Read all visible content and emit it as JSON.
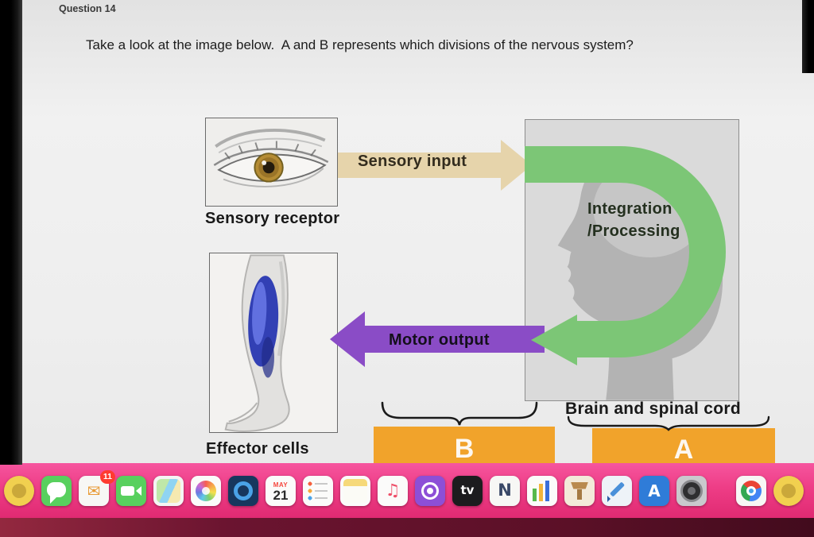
{
  "page": {
    "header": "Question 14",
    "question": "Take a look at the image below.  A and B represents which divisions of the nervous system?"
  },
  "diagram": {
    "sensory_receptor": "Sensory receptor",
    "sensory_input": "Sensory input",
    "integration": "Integration\n/Processing",
    "motor_output": "Motor output",
    "effector_cells": "Effector cells",
    "brain_spinal": "Brain and spinal cord",
    "box_b": "B",
    "box_a": "A",
    "colors": {
      "sensory_arrow": "#e6d4ab",
      "integration_arrow": "#7cc676",
      "motor_arrow": "#8a4cc6",
      "answer_box": "#f1a32b",
      "dock_bar": "#ee3d86"
    }
  },
  "dock": {
    "items": [
      {
        "name": "app-left-partial",
        "bg": "#f1d04f",
        "shape": "sun",
        "round": true
      },
      {
        "name": "messages",
        "bg": "#58d05e",
        "shape": "bubble"
      },
      {
        "name": "mail",
        "bg": "#f7f7f5",
        "shape": "glyph",
        "glyph": "✉",
        "glyph_color": "#e89a35",
        "glyph_size": 20,
        "badge": "11"
      },
      {
        "name": "facetime",
        "bg": "#58d05e",
        "shape": "camera"
      },
      {
        "name": "maps",
        "bg": "#f5f5f3",
        "shape": "map"
      },
      {
        "name": "photos",
        "bg": "#fbfbfa",
        "shape": "flower"
      },
      {
        "name": "app-blue-circle",
        "bg": "#17375e",
        "shape": "ring-blue"
      },
      {
        "name": "calendar",
        "bg": "#fbfbfa",
        "shape": "calendar",
        "cal_month": "MAY",
        "cal_day": "21"
      },
      {
        "name": "reminders",
        "bg": "#fbfbfa",
        "shape": "list"
      },
      {
        "name": "notes",
        "bg": "#fbfbfa",
        "shape": "note"
      },
      {
        "name": "music",
        "bg": "#fbfbfa",
        "shape": "glyph",
        "glyph": "♫",
        "glyph_color": "#ee4e68",
        "glyph_size": 21
      },
      {
        "name": "podcasts",
        "bg": "#8d4fd7",
        "shape": "podcast"
      },
      {
        "name": "apple-tv",
        "bg": "#1c1c1e",
        "shape": "glyph",
        "glyph": "tv",
        "glyph_color": "#ffffff",
        "glyph_size": 15
      },
      {
        "name": "news",
        "bg": "#f7f7f5",
        "shape": "glyph",
        "glyph": "N",
        "glyph_color": "#394867",
        "glyph_size": 21
      },
      {
        "name": "stocks-chart",
        "bg": "#fbfbfa",
        "shape": "bars"
      },
      {
        "name": "keynote",
        "bg": "#f3ead9",
        "shape": "podium"
      },
      {
        "name": "pages",
        "bg": "#eef3f8",
        "shape": "pen"
      },
      {
        "name": "app-store",
        "bg": "#2f7cd8",
        "shape": "glyph",
        "glyph": "A",
        "glyph_color": "#ffffff",
        "glyph_size": 20
      },
      {
        "name": "camera-lens-app",
        "bg": "#c9c9cd",
        "shape": "ring-dark"
      },
      {
        "name": "browser",
        "bg": "#f7f7f5",
        "shape": "chrome",
        "gap_before": true
      },
      {
        "name": "app-right-partial",
        "bg": "#f1d04f",
        "shape": "sun",
        "round": true
      }
    ]
  }
}
